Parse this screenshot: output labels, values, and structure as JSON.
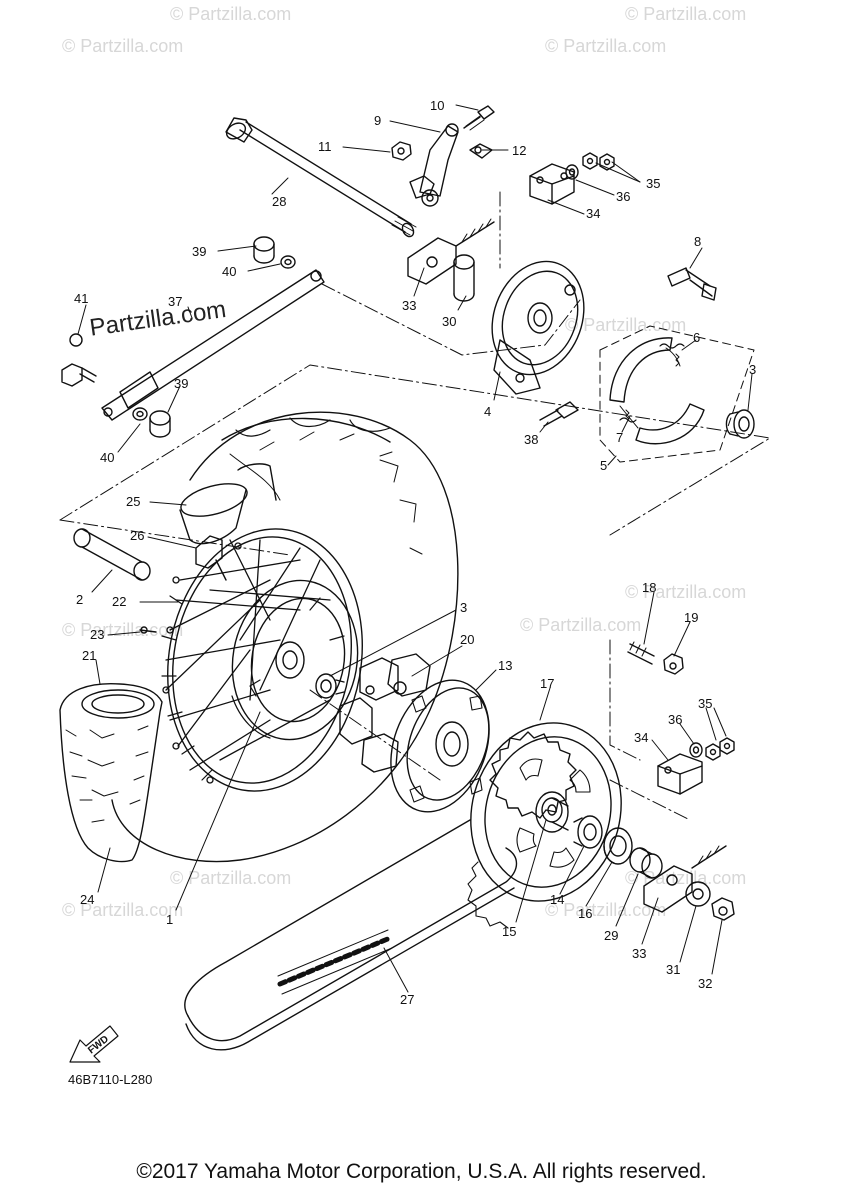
{
  "watermarks": {
    "small": "© Partzilla.com",
    "large": "Partzilla.com"
  },
  "diagram_code": "46B7110-L280",
  "fwd_label": "FWD",
  "copyright": "©2017 Yamaha Motor Corporation, U.S.A. All rights reserved.",
  "callouts": [
    "1",
    "2",
    "3",
    "3",
    "4",
    "5",
    "6",
    "7",
    "8",
    "9",
    "10",
    "11",
    "12",
    "13",
    "14",
    "15",
    "16",
    "17",
    "18",
    "19",
    "20",
    "21",
    "22",
    "23",
    "24",
    "25",
    "26",
    "27",
    "28",
    "29",
    "30",
    "31",
    "32",
    "33",
    "33",
    "34",
    "34",
    "35",
    "35",
    "36",
    "36",
    "37",
    "38",
    "39",
    "39",
    "40",
    "40",
    "41"
  ]
}
